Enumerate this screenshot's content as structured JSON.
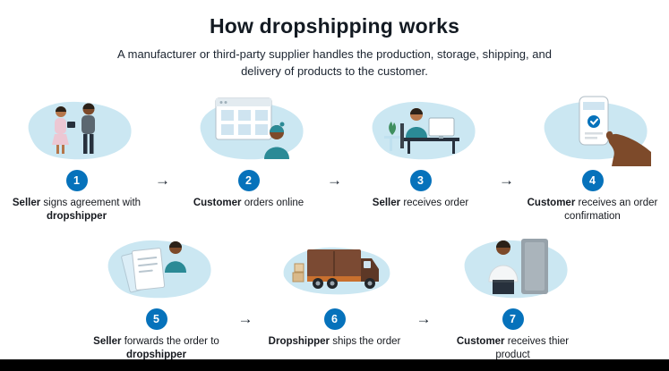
{
  "page": {
    "title": "How dropshipping works",
    "subtitle": "A manufacturer or third-party supplier handles the production, storage, shipping, and delivery of products to the customer."
  },
  "colors": {
    "accent_blue": "#0672bb",
    "blob_blue": "#cbe7f2",
    "text_dark": "#16191f"
  },
  "arrow": "→",
  "steps": [
    {
      "num": "1",
      "illustration": "seller-dropshipper-agreement-illustration",
      "segments": [
        {
          "t": "Seller",
          "b": true
        },
        {
          "t": " signs agreement with ",
          "b": false
        },
        {
          "t": "dropshipper",
          "b": true
        }
      ]
    },
    {
      "num": "2",
      "illustration": "customer-orders-online-illustration",
      "segments": [
        {
          "t": "Customer",
          "b": true
        },
        {
          "t": " orders online",
          "b": false
        }
      ]
    },
    {
      "num": "3",
      "illustration": "seller-receives-order-illustration",
      "segments": [
        {
          "t": "Seller",
          "b": true
        },
        {
          "t": " receives order",
          "b": false
        }
      ]
    },
    {
      "num": "4",
      "illustration": "order-confirmation-phone-illustration",
      "segments": [
        {
          "t": "Customer",
          "b": true
        },
        {
          "t": " receives an order confirmation",
          "b": false
        }
      ]
    },
    {
      "num": "5",
      "illustration": "seller-forwards-order-illustration",
      "segments": [
        {
          "t": "Seller",
          "b": true
        },
        {
          "t": " forwards the order to ",
          "b": false
        },
        {
          "t": "dropshipper",
          "b": true
        }
      ]
    },
    {
      "num": "6",
      "illustration": "dropshipper-ships-truck-illustration",
      "segments": [
        {
          "t": "Dropshipper",
          "b": true
        },
        {
          "t": " ships the order",
          "b": false
        }
      ]
    },
    {
      "num": "7",
      "illustration": "customer-receives-product-illustration",
      "segments": [
        {
          "t": "Customer",
          "b": true
        },
        {
          "t": " receives thier product",
          "b": false
        }
      ]
    }
  ]
}
